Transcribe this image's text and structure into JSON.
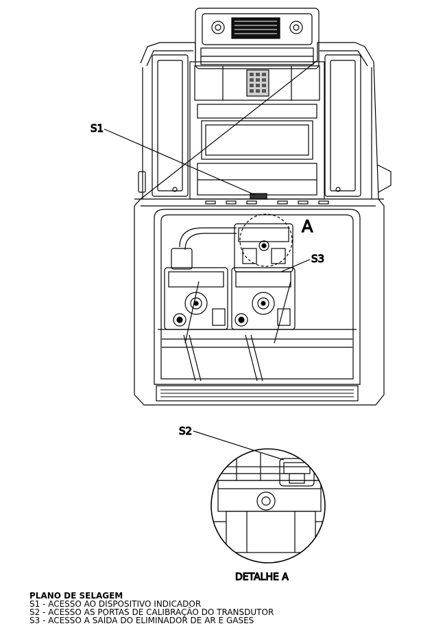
{
  "labels": {
    "s1": "S1",
    "s2": "S2",
    "s3": "S3",
    "detail_marker": "A",
    "detail_caption": "DETALHE A"
  },
  "legend": {
    "title": "PLANO DE SELAGEM",
    "items": [
      "S1 - ACESSO AO DISPOSITIVO INDICADOR",
      "S2 - ACESSO AS PORTAS DE CALIBRAÇÃO DO TRANSDUTOR",
      "S3 - ACESSO A SAÍDA DO ELIMINADOR DE AR E GASES"
    ]
  }
}
